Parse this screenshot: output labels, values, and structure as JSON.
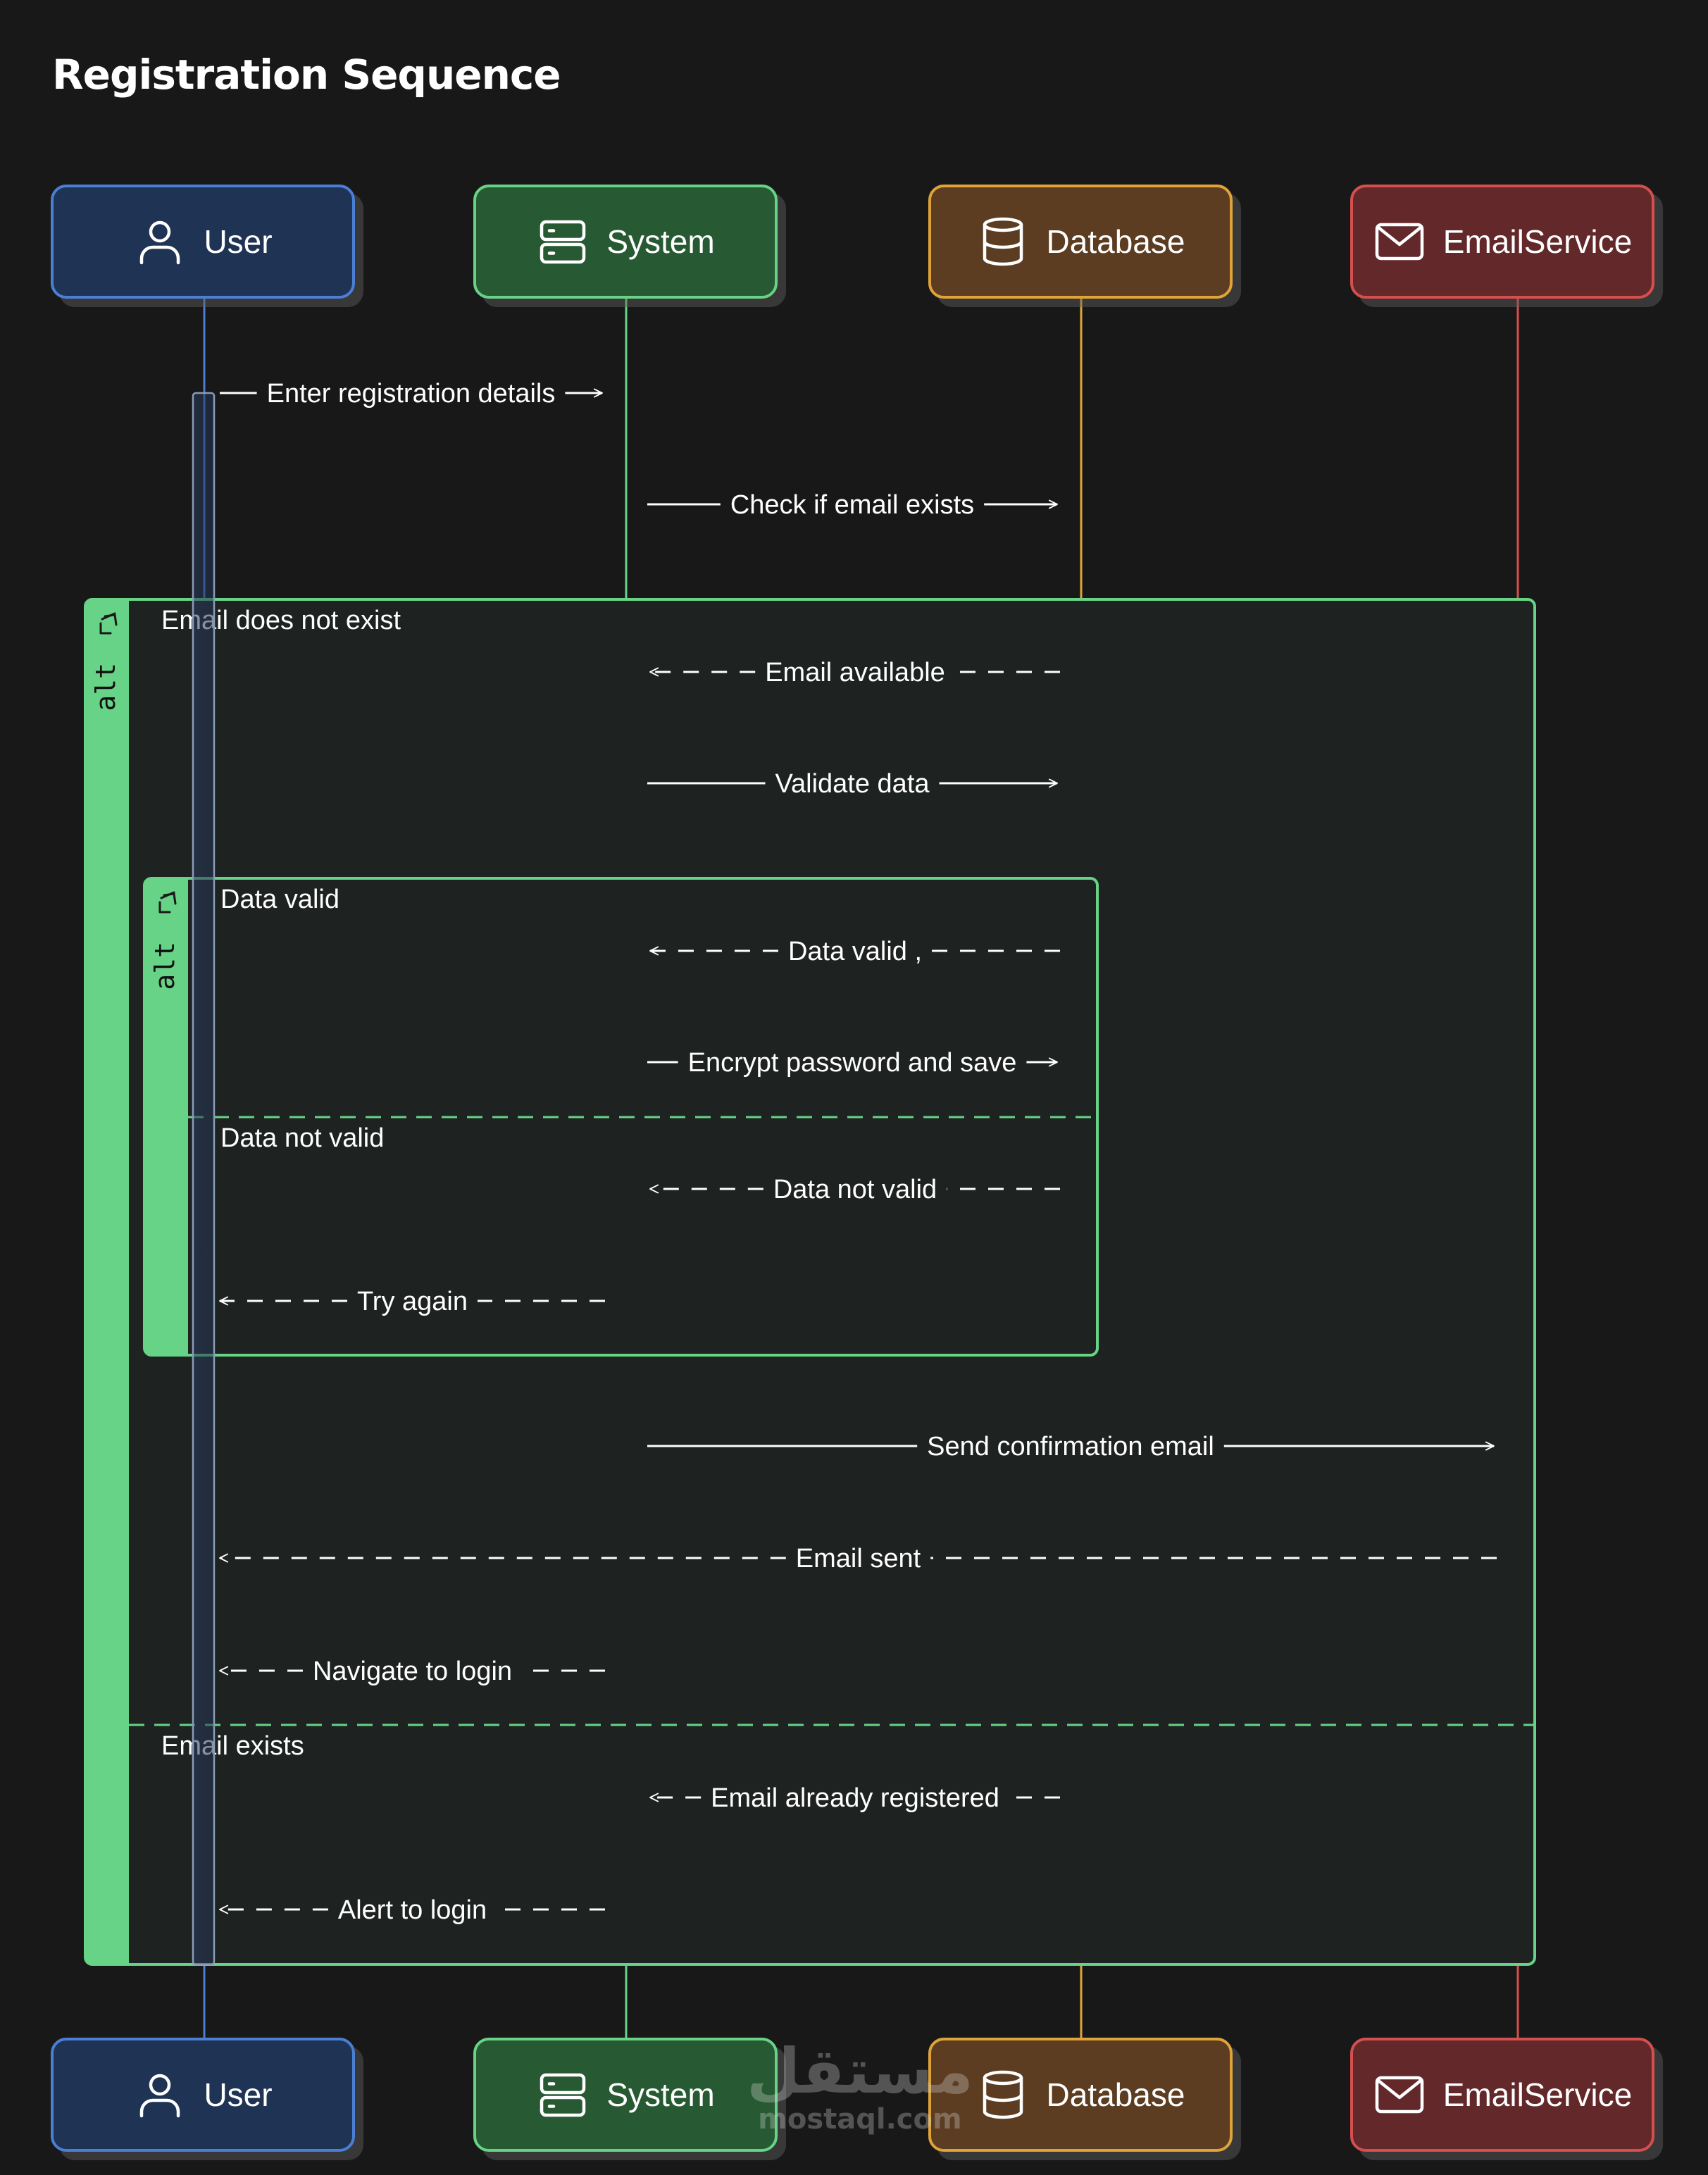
{
  "title": "Registration Sequence",
  "colors": {
    "background": "#181818",
    "fragment_fill": "#1e2220",
    "fragment_border": "#67d386",
    "user": {
      "fill": "#1f3355",
      "border": "#4a7fd4",
      "line": "#4a7fd4"
    },
    "system": {
      "fill": "#275a32",
      "border": "#67d386",
      "line": "#67d386"
    },
    "database": {
      "fill": "#5c3d22",
      "border": "#e0a33a",
      "line": "#e0a33a"
    },
    "emailservice": {
      "fill": "#62282a",
      "border": "#d64f4f",
      "line": "#d64f4f"
    },
    "message": "#ffffff"
  },
  "participants": [
    {
      "key": "user",
      "label": "User",
      "icon": "user-icon"
    },
    {
      "key": "system",
      "label": "System",
      "icon": "server-icon"
    },
    {
      "key": "database",
      "label": "Database",
      "icon": "database-icon"
    },
    {
      "key": "emailservice",
      "label": "EmailService",
      "icon": "mail-icon"
    }
  ],
  "fragments": {
    "outer": {
      "type": "alt",
      "sections": [
        "Email does not exist",
        "Email exists"
      ]
    },
    "inner": {
      "type": "alt",
      "sections": [
        "Data valid",
        "Data not valid"
      ]
    }
  },
  "messages": [
    {
      "from": "user",
      "to": "system",
      "text": "Enter registration details",
      "style": "solid"
    },
    {
      "from": "system",
      "to": "database",
      "text": "Check if email exists",
      "style": "solid"
    },
    {
      "from": "database",
      "to": "system",
      "text": "Email available",
      "style": "dashed"
    },
    {
      "from": "system",
      "to": "database",
      "text": "Validate data",
      "style": "solid"
    },
    {
      "from": "database",
      "to": "system",
      "text": "Data valid ,",
      "style": "dashed"
    },
    {
      "from": "system",
      "to": "database",
      "text": "Encrypt password and save",
      "style": "solid"
    },
    {
      "from": "database",
      "to": "system",
      "text": "Data not valid",
      "style": "dashed"
    },
    {
      "from": "system",
      "to": "user",
      "text": "Try again",
      "style": "dashed"
    },
    {
      "from": "system",
      "to": "emailservice",
      "text": "Send confirmation email",
      "style": "solid"
    },
    {
      "from": "emailservice",
      "to": "user",
      "text": "Email sent",
      "style": "dashed"
    },
    {
      "from": "system",
      "to": "user",
      "text": "Navigate to login",
      "style": "dashed"
    },
    {
      "from": "database",
      "to": "system",
      "text": "Email already registered",
      "style": "dashed"
    },
    {
      "from": "system",
      "to": "user",
      "text": "Alert to login",
      "style": "dashed"
    }
  ],
  "watermark": {
    "arabic": "مستقل",
    "latin": "mostaql.com"
  }
}
